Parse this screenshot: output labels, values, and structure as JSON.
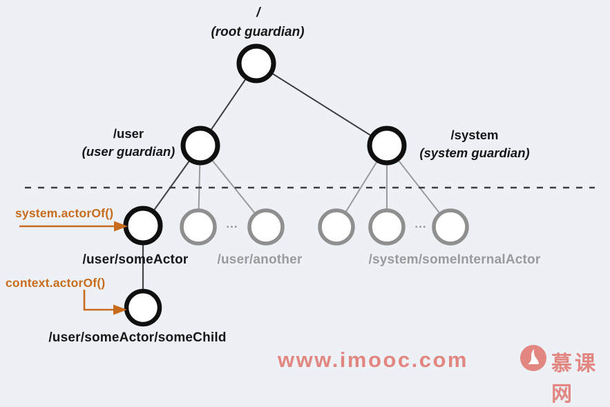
{
  "diagram": {
    "root": {
      "path": "/",
      "caption": "(root guardian)"
    },
    "user": {
      "path": "/user",
      "caption": "(user guardian)"
    },
    "system": {
      "path": "/system",
      "caption": "(system guardian)"
    },
    "labels": {
      "some_actor": "/user/someActor",
      "another": "/user/another",
      "some_internal": "/system/someInternalActor",
      "some_child": "/user/someActor/someChild"
    },
    "annotations": {
      "system_actorof": "system.actorOf()",
      "context_actorof": "context.actorOf()"
    },
    "ellipsis": "...",
    "colors": {
      "background": "#edf1f6",
      "node_black": "#0f0f0f",
      "node_gray": "#8f8f8f",
      "edge_dark": "#3c3c3c",
      "edge_gray": "#9a9a9a",
      "gray_text": "#9a9a9a",
      "accent_orange": "#c96b1c",
      "watermark_salmon": "#e18680"
    }
  },
  "watermark": {
    "url": "www.imooc.com",
    "logo_text": "慕课网"
  }
}
